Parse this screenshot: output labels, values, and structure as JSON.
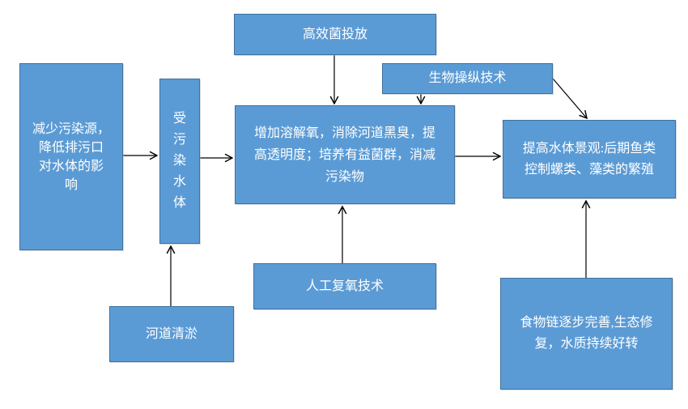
{
  "diagram": {
    "type": "flowchart",
    "description_language": "zh",
    "background_color": "#ffffff"
  },
  "colors": {
    "node_fill": "#5b9bd5",
    "node_border": "#41719c",
    "node_text": "#ffffff",
    "arrow": "#000000"
  },
  "nodes": {
    "efficient_bacteria": {
      "text": "高效菌投放",
      "lines": [
        "高效菌投放"
      ]
    },
    "bio_manipulation": {
      "text": "生物操纵技术",
      "lines": [
        "生物操纵技术"
      ]
    },
    "reduce_pollution": {
      "text": "减少污染源，降低排污口对水体的影响",
      "lines": [
        "减少污染源，",
        "降低排污口",
        "对水体的影",
        "响"
      ]
    },
    "polluted_water": {
      "text": "受污染水体",
      "lines": [
        "受",
        "污",
        "染",
        "水",
        "体"
      ]
    },
    "increase_oxygen": {
      "text": "增加溶解氧，消除河道黑臭，提高透明度；培养有益菌群，消减污染物",
      "lines": [
        "增加溶解氧，消除河道黑臭，提",
        "高透明度；培养有益菌群，消减",
        "污染物"
      ]
    },
    "improve_landscape": {
      "text": "提高水体景观:后期鱼类控制螺类、藻类的繁殖",
      "lines": [
        "提高水体景观:后期鱼类",
        "控制螺类、藻类的繁殖"
      ]
    },
    "artificial_reoxygenation": {
      "text": "人工复氧技术",
      "lines": [
        "人工复氧技术"
      ]
    },
    "river_dredging": {
      "text": "河道清淤",
      "lines": [
        "河道清淤"
      ]
    },
    "food_chain": {
      "text": "食物链逐步完善,生态修复，水质持续好转",
      "lines": [
        "食物链逐步完善,生态修",
        "复，水质持续好转"
      ]
    }
  },
  "edges": [
    {
      "from": "reduce_pollution",
      "to": "polluted_water",
      "direction": "right"
    },
    {
      "from": "polluted_water",
      "to": "increase_oxygen",
      "direction": "right"
    },
    {
      "from": "efficient_bacteria",
      "to": "increase_oxygen",
      "direction": "down"
    },
    {
      "from": "bio_manipulation",
      "to": "increase_oxygen",
      "direction": "down"
    },
    {
      "from": "bio_manipulation",
      "to": "improve_landscape",
      "direction": "down-right"
    },
    {
      "from": "increase_oxygen",
      "to": "improve_landscape",
      "direction": "right"
    },
    {
      "from": "artificial_reoxygenation",
      "to": "increase_oxygen",
      "direction": "up"
    },
    {
      "from": "river_dredging",
      "to": "polluted_water",
      "direction": "up"
    },
    {
      "from": "food_chain",
      "to": "improve_landscape",
      "direction": "up"
    }
  ]
}
